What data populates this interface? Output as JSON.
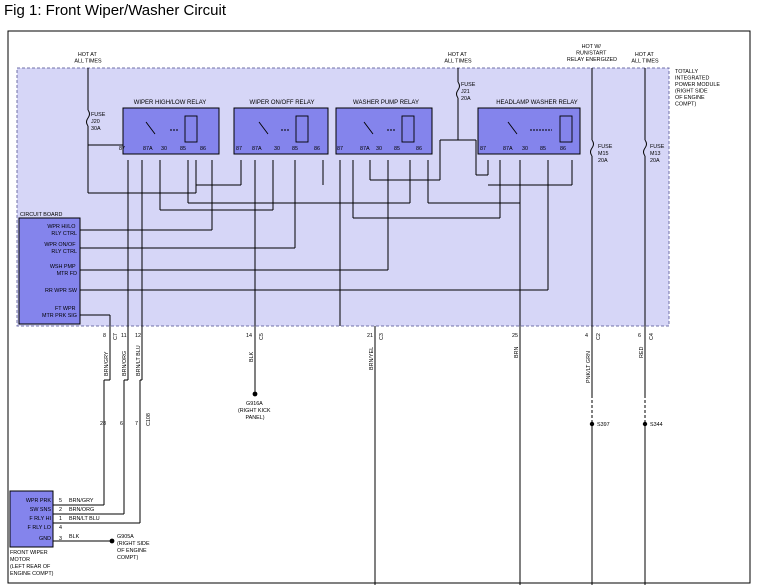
{
  "figure": {
    "title": "Fig 1: Front Wiper/Washer Circuit"
  },
  "module": {
    "name": [
      "TOTALLY",
      "INTEGRATED",
      "POWER MODULE",
      "(RIGHT SIDE",
      "OF ENGINE",
      "COMPT)"
    ]
  },
  "power_labels": {
    "hot_at_all_times_1": [
      "HOT AT",
      "ALL TIMES"
    ],
    "hot_at_all_times_2": [
      "HOT AT",
      "ALL TIMES"
    ],
    "hot_run_start": [
      "HOT W/",
      "RUN/START",
      "RELAY ENERGIZED"
    ],
    "hot_at_all_times_3": [
      "HOT AT",
      "ALL TIMES"
    ]
  },
  "fuses": {
    "j20": [
      "FUSE",
      "J20",
      "30A"
    ],
    "j21": [
      "FUSE",
      "J21",
      "20A"
    ],
    "m15": [
      "FUSE",
      "M15",
      "20A"
    ],
    "m13": [
      "FUSE",
      "M13",
      "20A"
    ]
  },
  "relays": [
    {
      "name": "WIPER HIGH/LOW RELAY",
      "pins": [
        "87",
        "87A",
        "30",
        "85",
        "86"
      ]
    },
    {
      "name": "WIPER ON/OFF RELAY",
      "pins": [
        "87",
        "87A",
        "30",
        "85",
        "86"
      ]
    },
    {
      "name": "WASHER PUMP RELAY",
      "pins": [
        "87",
        "87A",
        "30",
        "85",
        "86"
      ]
    },
    {
      "name": "HEADLAMP WASHER RELAY",
      "pins": [
        "87",
        "87A",
        "30",
        "85",
        "86"
      ]
    }
  ],
  "circuit_board": {
    "title": "CIRCUIT BOARD",
    "items": [
      [
        "WPR HI/LO",
        "RLY CTRL"
      ],
      [
        "WPR ON/OF",
        "RLY CTRL"
      ],
      [
        "WSH PMP",
        "MTR FD"
      ],
      [
        "RR WPR SW"
      ],
      [
        "FT WPR",
        "MTR PRK SIG"
      ]
    ]
  },
  "connectors": {
    "top_pins": [
      "8",
      "11",
      "12",
      "14",
      "21",
      "25",
      "4",
      "6"
    ],
    "top_conns": [
      "C7",
      "C5",
      "C3",
      "C2",
      "C4"
    ],
    "lower_pins": [
      "28",
      "6",
      "7"
    ],
    "lower_conn": "C108"
  },
  "wires": [
    "BRN/GRY",
    "BRN/ORG",
    "BRN/LT BLU",
    "BLK",
    "BRN/YEL",
    "BRN",
    "PNK/LT GRN",
    "RED"
  ],
  "grounds": {
    "g916a": [
      "G916A",
      "(RIGHT KICK",
      "PANEL)"
    ],
    "g905a": [
      "G905A",
      "(RIGHT SIDE",
      "OF ENGINE",
      "COMPT)"
    ]
  },
  "splices": [
    "S397",
    "S344"
  ],
  "motor": {
    "labels": [
      "WPR PRK",
      "SW SNS",
      "F RLY HI",
      "F RLY LO",
      "GND"
    ],
    "pins": [
      "5",
      "2",
      "1",
      "4",
      "3"
    ],
    "wires": [
      "BRN/GRY",
      "BRN/ORG",
      "BRN/LT BLU",
      "",
      "BLK"
    ],
    "caption": [
      "FRONT WIPER",
      "MOTOR",
      "(LEFT REAR OF",
      "ENGINE COMPT)"
    ]
  },
  "colors": {
    "module_fill": "#d6d6f7",
    "module_border": "#7070a8",
    "component_fill": "#8484ec",
    "line": "#000000"
  }
}
